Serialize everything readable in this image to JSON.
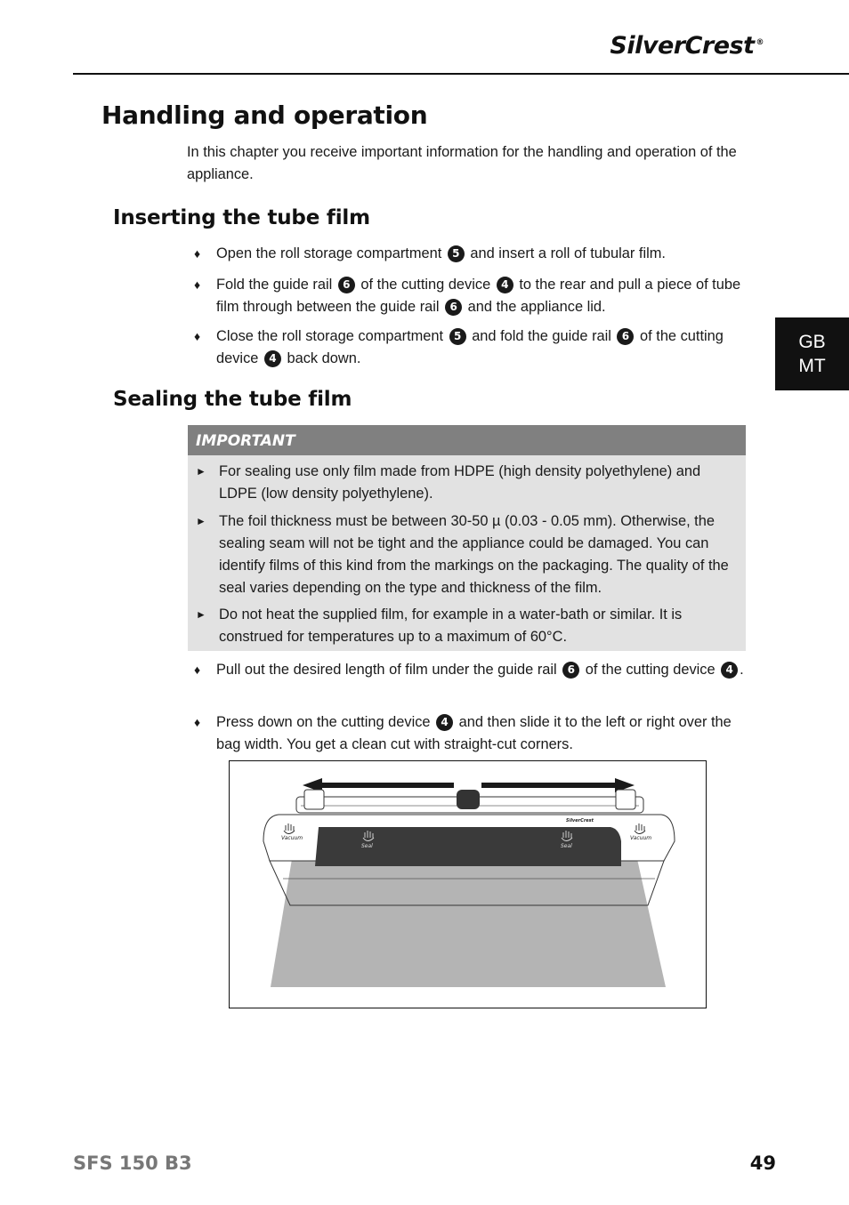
{
  "header": {
    "brand": "SilverCrest",
    "brand_mark": "®"
  },
  "language_tab": {
    "line1": "GB",
    "line2": "MT"
  },
  "title": "Handling and operation",
  "intro": "In this chapter you receive important information for the handling and operation of the appliance.",
  "section_inserting": {
    "heading": "Inserting the tube film",
    "bullets": [
      {
        "a": "Open the roll storage compartment ",
        "n1": "5",
        "b": " and insert a roll of tubular film."
      },
      {
        "a": "Fold the guide rail ",
        "n1": "6",
        "b": " of the cutting device ",
        "n2": "4",
        "c": " to the rear and pull a piece of tube film through between the guide rail ",
        "n3": "6",
        "d": " and the appliance lid."
      },
      {
        "a": "Close the roll storage compartment ",
        "n1": "5",
        "b": " and fold the guide rail ",
        "n2": "6",
        "c": " of the cutting device ",
        "n3": "4",
        "d": " back down."
      }
    ]
  },
  "section_sealing": {
    "heading": "Sealing the tube film",
    "important": {
      "label": "IMPORTANT",
      "items": [
        "For sealing use only film made from HDPE (high density polyethylene) and LDPE (low density polyethylene).",
        "The foil thickness must be between 30-50 µ (0.03 - 0.05 mm). Otherwise, the sealing seam will not be tight and the appliance could be damaged. You can identify films of this kind from the markings on the packaging. The quality of the seal varies depending on the type and thickness of the film.",
        "Do not heat the supplied film, for example in a water-bath or similar. It is construed for temperatures up to a maximum of 60°C."
      ]
    },
    "bullets": [
      {
        "a": "Pull out the desired length of film under the guide rail ",
        "n1": "6",
        "b": " of the cutting device ",
        "n2": "4",
        "c": "."
      },
      {
        "a": "Press down on the cutting device ",
        "n1": "4",
        "b": " and then slide it to the left or right over the bag width. You get a clean cut with straight-cut corners."
      }
    ]
  },
  "figure": {
    "brand_label": "SilverCrest",
    "left_button": "Vacuum",
    "right_button": "Vacuum",
    "seal_left": "Seal",
    "seal_right": "Seal"
  },
  "footer": {
    "model": "SFS 150 B3",
    "page": "49"
  }
}
